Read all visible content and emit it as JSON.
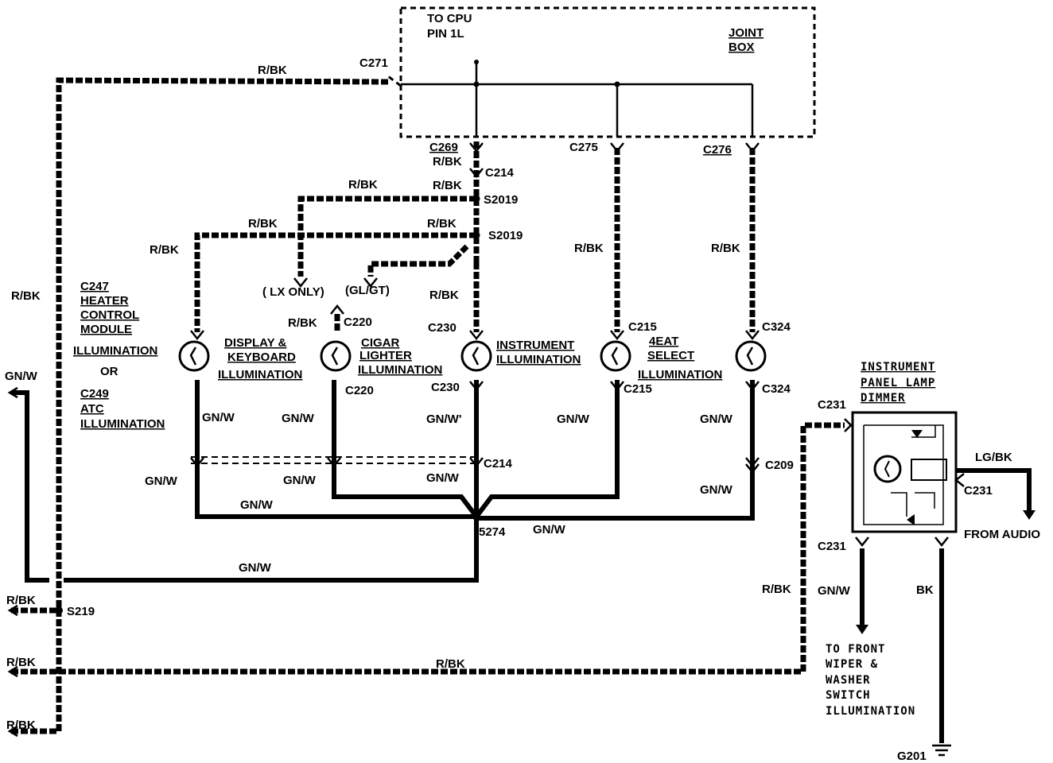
{
  "joint_box": {
    "cpu_line1": "TO CPU",
    "cpu_line2": "PIN 1L",
    "title_line1": "JOINT",
    "title_line2": "BOX"
  },
  "connectors": {
    "c271": "C271",
    "c269": "C269",
    "c275": "C275",
    "c276": "C276",
    "c214_top": "C214",
    "c214_bottom": "C214",
    "c220_top": "C220",
    "c220_bottom": "C220",
    "c230_top": "C230",
    "c230_bottom": "C230",
    "c215_top": "C215",
    "c215_bottom": "C215",
    "c324_top": "C324",
    "c324_bottom": "C324",
    "c209": "C209",
    "c231_left": "C231",
    "c231_right": "C231",
    "c231_bottom": "C231"
  },
  "splices": {
    "s2019_a": "S2019",
    "s2019_b": "S2019",
    "s274": "5274",
    "s219": "S219"
  },
  "ground": {
    "g201": "G201"
  },
  "wire_colors": {
    "rbk": "R/BK",
    "gnw": "GN/W",
    "gnw_tick": "GN/W'",
    "lgbk": "LG/BK",
    "bk": "BK"
  },
  "options": {
    "lx_only": "( LX ONLY)",
    "gl_gt": "(GL/GT)"
  },
  "loads": {
    "heater_line1": "C247",
    "heater_line2": "HEATER",
    "heater_line3": "CONTROL",
    "heater_line4": "MODULE",
    "heater_line5": "ILLUMINATION",
    "or": "OR",
    "atc_line1": "C249",
    "atc_line2": "ATC",
    "atc_line3": "ILLUMINATION",
    "display_line1": "DISPLAY &",
    "display_line2": "KEYBOARD",
    "display_line3": "ILLUMINATION",
    "cigar_line1": "CIGAR",
    "cigar_line2": "LIGHTER",
    "cigar_line3": "ILLUMINATION",
    "instrument_line1": "INSTRUMENT",
    "instrument_line2": "ILLUMINATION",
    "eat_line1": "4EAT",
    "eat_line2": "SELECT",
    "eat_line3": "ILLUMINATION"
  },
  "dimmer": {
    "line1": "INSTRUMENT",
    "line2": "PANEL LAMP",
    "line3": "DIMMER",
    "from_audio": "FROM AUDIO"
  },
  "wiper": {
    "line1": "TO FRONT",
    "line2": "WIPER &",
    "line3": "WASHER",
    "line4": "SWITCH",
    "line5": "ILLUMINATION"
  }
}
